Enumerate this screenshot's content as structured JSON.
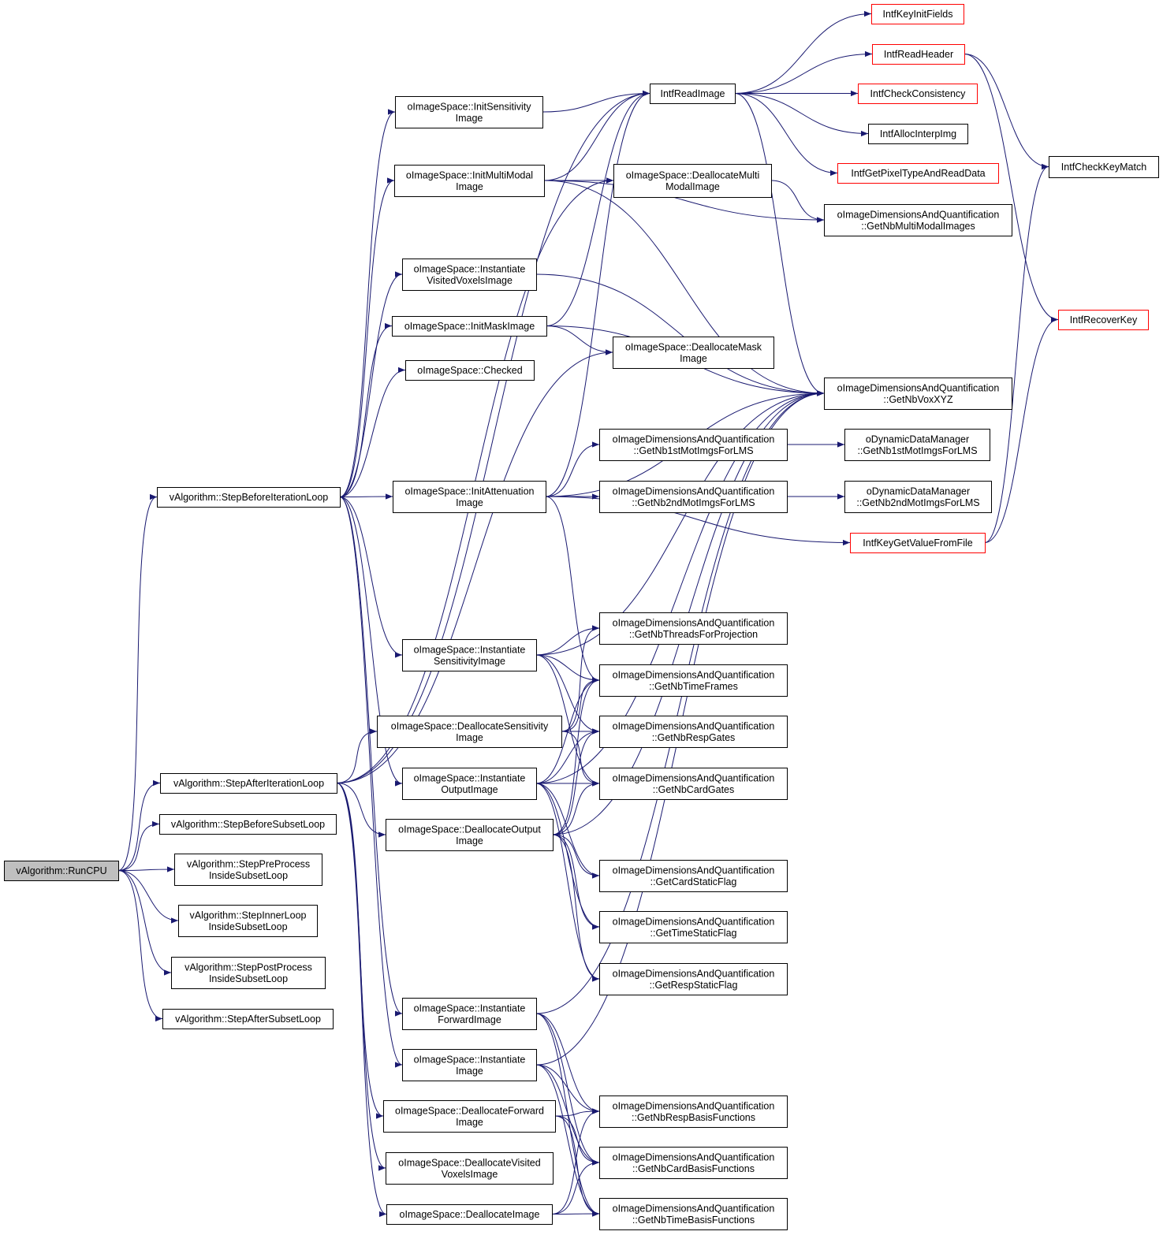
{
  "graph": {
    "colors": {
      "edge": "#191970",
      "node_border": "#000000",
      "external_border": "#ff0000",
      "root_fill": "#bfbfbf"
    },
    "nodes": [
      {
        "id": "run",
        "lines": [
          "vAlgorithm::RunCPU"
        ],
        "kind": "root"
      },
      {
        "id": "sbil",
        "lines": [
          "vAlgorithm::StepBeforeIterationLoop"
        ]
      },
      {
        "id": "sail",
        "lines": [
          "vAlgorithm::StepAfterIterationLoop"
        ]
      },
      {
        "id": "sbsl",
        "lines": [
          "vAlgorithm::StepBeforeSubsetLoop"
        ]
      },
      {
        "id": "spp",
        "lines": [
          "vAlgorithm::StepPreProcess",
          "InsideSubsetLoop"
        ]
      },
      {
        "id": "sil",
        "lines": [
          "vAlgorithm::StepInnerLoop",
          "InsideSubsetLoop"
        ]
      },
      {
        "id": "spop",
        "lines": [
          "vAlgorithm::StepPostProcess",
          "InsideSubsetLoop"
        ]
      },
      {
        "id": "sasl",
        "lines": [
          "vAlgorithm::StepAfterSubsetLoop"
        ]
      },
      {
        "id": "initsens",
        "lines": [
          "oImageSpace::InitSensitivity",
          "Image"
        ]
      },
      {
        "id": "initmm",
        "lines": [
          "oImageSpace::InitMultiModal",
          "Image"
        ]
      },
      {
        "id": "instvv",
        "lines": [
          "oImageSpace::Instantiate",
          "VisitedVoxelsImage"
        ]
      },
      {
        "id": "initmask",
        "lines": [
          "oImageSpace::InitMaskImage"
        ]
      },
      {
        "id": "checked",
        "lines": [
          "oImageSpace::Checked"
        ]
      },
      {
        "id": "initatt",
        "lines": [
          "oImageSpace::InitAttenuation",
          "Image"
        ]
      },
      {
        "id": "instsens",
        "lines": [
          "oImageSpace::Instantiate",
          "SensitivityImage"
        ]
      },
      {
        "id": "deallocsens",
        "lines": [
          "oImageSpace::DeallocateSensitivity",
          "Image"
        ]
      },
      {
        "id": "instout",
        "lines": [
          "oImageSpace::Instantiate",
          "OutputImage"
        ]
      },
      {
        "id": "deallocout",
        "lines": [
          "oImageSpace::DeallocateOutput",
          "Image"
        ]
      },
      {
        "id": "instfwd",
        "lines": [
          "oImageSpace::Instantiate",
          "ForwardImage"
        ]
      },
      {
        "id": "instimg",
        "lines": [
          "oImageSpace::Instantiate",
          "Image"
        ]
      },
      {
        "id": "deallocfwd",
        "lines": [
          "oImageSpace::DeallocateForward",
          "Image"
        ]
      },
      {
        "id": "deallocvv",
        "lines": [
          "oImageSpace::DeallocateVisited",
          "VoxelsImage"
        ]
      },
      {
        "id": "deallocimg",
        "lines": [
          "oImageSpace::DeallocateImage"
        ]
      },
      {
        "id": "readimg",
        "lines": [
          "IntfReadImage"
        ]
      },
      {
        "id": "deallocmm",
        "lines": [
          "oImageSpace::DeallocateMulti",
          "ModalImage"
        ]
      },
      {
        "id": "deallocmask",
        "lines": [
          "oImageSpace::DeallocateMask",
          "Image"
        ]
      },
      {
        "id": "gnb1st",
        "lines": [
          "oImageDimensionsAndQuantification",
          "::GetNb1stMotImgsForLMS"
        ]
      },
      {
        "id": "gnb2nd",
        "lines": [
          "oImageDimensionsAndQuantification",
          "::GetNb2ndMotImgsForLMS"
        ]
      },
      {
        "id": "gnthreads",
        "lines": [
          "oImageDimensionsAndQuantification",
          "::GetNbThreadsForProjection"
        ]
      },
      {
        "id": "gntf",
        "lines": [
          "oImageDimensionsAndQuantification",
          "::GetNbTimeFrames"
        ]
      },
      {
        "id": "gnrg",
        "lines": [
          "oImageDimensionsAndQuantification",
          "::GetNbRespGates"
        ]
      },
      {
        "id": "gncg",
        "lines": [
          "oImageDimensionsAndQuantification",
          "::GetNbCardGates"
        ]
      },
      {
        "id": "gcsf",
        "lines": [
          "oImageDimensionsAndQuantification",
          "::GetCardStaticFlag"
        ]
      },
      {
        "id": "gtsf",
        "lines": [
          "oImageDimensionsAndQuantification",
          "::GetTimeStaticFlag"
        ]
      },
      {
        "id": "grsf",
        "lines": [
          "oImageDimensionsAndQuantification",
          "::GetRespStaticFlag"
        ]
      },
      {
        "id": "gnrbf",
        "lines": [
          "oImageDimensionsAndQuantification",
          "::GetNbRespBasisFunctions"
        ]
      },
      {
        "id": "gncbf",
        "lines": [
          "oImageDimensionsAndQuantification",
          "::GetNbCardBasisFunctions"
        ]
      },
      {
        "id": "gntbf",
        "lines": [
          "oImageDimensionsAndQuantification",
          "::GetNbTimeBasisFunctions"
        ]
      },
      {
        "id": "keyinit",
        "lines": [
          "IntfKeyInitFields"
        ],
        "kind": "external"
      },
      {
        "id": "readhdr",
        "lines": [
          "IntfReadHeader"
        ],
        "kind": "external"
      },
      {
        "id": "checkcons",
        "lines": [
          "IntfCheckConsistency"
        ],
        "kind": "external"
      },
      {
        "id": "allocinterp",
        "lines": [
          "IntfAllocInterpImg"
        ]
      },
      {
        "id": "getpixel",
        "lines": [
          "IntfGetPixelTypeAndReadData"
        ],
        "kind": "external"
      },
      {
        "id": "gnmm",
        "lines": [
          "oImageDimensionsAndQuantification",
          "::GetNbMultiModalImages"
        ]
      },
      {
        "id": "gnvox",
        "lines": [
          "oImageDimensionsAndQuantification",
          "::GetNbVoxXYZ"
        ]
      },
      {
        "id": "dyn1st",
        "lines": [
          "oDynamicDataManager",
          "::GetNb1stMotImgsForLMS"
        ]
      },
      {
        "id": "dyn2nd",
        "lines": [
          "oDynamicDataManager",
          "::GetNb2ndMotImgsForLMS"
        ]
      },
      {
        "id": "keygetval",
        "lines": [
          "IntfKeyGetValueFromFile"
        ],
        "kind": "external"
      },
      {
        "id": "checkkey",
        "lines": [
          "IntfCheckKeyMatch"
        ]
      },
      {
        "id": "recoverkey",
        "lines": [
          "IntfRecoverKey"
        ],
        "kind": "external"
      }
    ],
    "edges": [
      [
        "run",
        "sbil"
      ],
      [
        "run",
        "sail"
      ],
      [
        "run",
        "sbsl"
      ],
      [
        "run",
        "spp"
      ],
      [
        "run",
        "sil"
      ],
      [
        "run",
        "spop"
      ],
      [
        "run",
        "sasl"
      ],
      [
        "sbil",
        "initsens"
      ],
      [
        "sbil",
        "initmm"
      ],
      [
        "sbil",
        "instvv"
      ],
      [
        "sbil",
        "initmask"
      ],
      [
        "sbil",
        "checked"
      ],
      [
        "sbil",
        "initatt"
      ],
      [
        "sbil",
        "instsens"
      ],
      [
        "sbil",
        "instout"
      ],
      [
        "sbil",
        "instfwd"
      ],
      [
        "sbil",
        "instimg"
      ],
      [
        "sail",
        "deallocmask"
      ],
      [
        "sail",
        "readimg"
      ],
      [
        "sail",
        "deallocmm"
      ],
      [
        "sail",
        "deallocsens"
      ],
      [
        "sail",
        "deallocout"
      ],
      [
        "sail",
        "deallocfwd"
      ],
      [
        "sail",
        "deallocvv"
      ],
      [
        "sail",
        "deallocimg"
      ],
      [
        "initsens",
        "readimg"
      ],
      [
        "initmm",
        "readimg"
      ],
      [
        "initmm",
        "deallocmm"
      ],
      [
        "initmm",
        "gnmm"
      ],
      [
        "initmm",
        "gnvox"
      ],
      [
        "instvv",
        "gnvox"
      ],
      [
        "initmask",
        "readimg"
      ],
      [
        "initmask",
        "deallocmask"
      ],
      [
        "initmask",
        "gnvox"
      ],
      [
        "initatt",
        "readimg"
      ],
      [
        "initatt",
        "gnb1st"
      ],
      [
        "initatt",
        "gnb2nd"
      ],
      [
        "initatt",
        "gnvox"
      ],
      [
        "initatt",
        "keygetval"
      ],
      [
        "initatt",
        "gntf"
      ],
      [
        "instsens",
        "gnthreads"
      ],
      [
        "instsens",
        "gntf"
      ],
      [
        "instsens",
        "gnrg"
      ],
      [
        "instsens",
        "gncg"
      ],
      [
        "instsens",
        "gnvox"
      ],
      [
        "deallocsens",
        "gnthreads"
      ],
      [
        "deallocsens",
        "gntf"
      ],
      [
        "deallocsens",
        "gnrg"
      ],
      [
        "deallocsens",
        "gncg"
      ],
      [
        "instout",
        "gntf"
      ],
      [
        "instout",
        "gnrg"
      ],
      [
        "instout",
        "gncg"
      ],
      [
        "instout",
        "gnvox"
      ],
      [
        "instout",
        "gcsf"
      ],
      [
        "instout",
        "gtsf"
      ],
      [
        "instout",
        "grsf"
      ],
      [
        "deallocout",
        "gntf"
      ],
      [
        "deallocout",
        "gnrg"
      ],
      [
        "deallocout",
        "gncg"
      ],
      [
        "deallocout",
        "gcsf"
      ],
      [
        "deallocout",
        "gtsf"
      ],
      [
        "deallocout",
        "grsf"
      ],
      [
        "deallocout",
        "gnvox"
      ],
      [
        "instfwd",
        "gnvox"
      ],
      [
        "instfwd",
        "gnrbf"
      ],
      [
        "instfwd",
        "gncbf"
      ],
      [
        "instfwd",
        "gntbf"
      ],
      [
        "instimg",
        "gnrbf"
      ],
      [
        "instimg",
        "gncbf"
      ],
      [
        "instimg",
        "gntbf"
      ],
      [
        "instimg",
        "gnvox"
      ],
      [
        "deallocfwd",
        "gnrbf"
      ],
      [
        "deallocfwd",
        "gncbf"
      ],
      [
        "deallocfwd",
        "gntbf"
      ],
      [
        "deallocimg",
        "gnrbf"
      ],
      [
        "deallocimg",
        "gncbf"
      ],
      [
        "deallocimg",
        "gntbf"
      ],
      [
        "readimg",
        "keyinit"
      ],
      [
        "readimg",
        "readhdr"
      ],
      [
        "readimg",
        "checkcons"
      ],
      [
        "readimg",
        "allocinterp"
      ],
      [
        "readimg",
        "getpixel"
      ],
      [
        "readimg",
        "gnvox"
      ],
      [
        "deallocmm",
        "gnmm"
      ],
      [
        "gnb1st",
        "dyn1st"
      ],
      [
        "gnb2nd",
        "dyn2nd"
      ],
      [
        "readhdr",
        "checkkey"
      ],
      [
        "readhdr",
        "recoverkey"
      ],
      [
        "keygetval",
        "checkkey"
      ],
      [
        "keygetval",
        "recoverkey"
      ]
    ]
  }
}
